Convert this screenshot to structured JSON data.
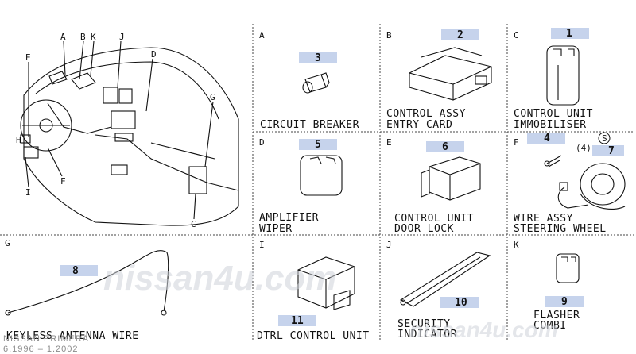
{
  "cells": [
    {
      "letter": "A",
      "num": "3",
      "line1": "CIRCUIT BREAKER",
      "line2": ""
    },
    {
      "letter": "B",
      "num": "2",
      "line1": "CONTROL ASSY",
      "line2": "ENTRY CARD"
    },
    {
      "letter": "C",
      "num": "1",
      "line1": "CONTROL UNIT",
      "line2": "IMMOBILISER"
    },
    {
      "letter": "D",
      "num": "5",
      "line1": "AMPLIFIER",
      "line2": "WIPER"
    },
    {
      "letter": "E",
      "num": "6",
      "line1": "CONTROL UNIT",
      "line2": "DOOR LOCK"
    },
    {
      "letter": "F",
      "num": "4",
      "num2": "7",
      "qty": "(4)",
      "circ": "S",
      "line1": "WIRE ASSY",
      "line2": "STEERING WHEEL"
    },
    {
      "letter": "G",
      "num": "8",
      "line1": "KEYLESS ANTENNA WIRE",
      "line2": ""
    },
    {
      "letter": "I",
      "num": "11",
      "line1": "DTRL CONTROL UNIT",
      "line2": ""
    },
    {
      "letter": "J",
      "num": "10",
      "line1": "SECURITY",
      "line2": "INDICATOR"
    },
    {
      "letter": "K",
      "num": "9",
      "line1": "FLASHER",
      "line2": "COMBI"
    }
  ],
  "overview": {
    "labels": [
      "A",
      "B",
      "K",
      "J",
      "E",
      "D",
      "G",
      "H",
      "F",
      "I",
      "C"
    ]
  },
  "footer": {
    "model": "NISSAN PRIMERA",
    "dates": "6.1996 – 1.2002"
  },
  "watermark": {
    "main": "nissan4u.com",
    "corner": "nissan4u.com"
  }
}
